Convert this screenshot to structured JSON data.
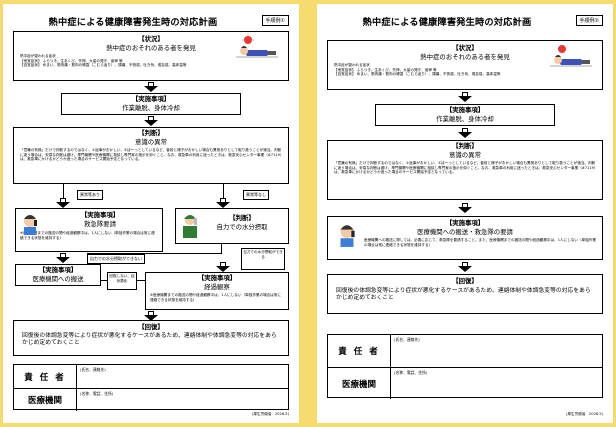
{
  "sheet1": {
    "title": "熱中症による健康障害発生時の対応計画",
    "tag": "手順例①",
    "situation": {
      "head": "【状況】",
      "main": "熱中症のおそれのある者を発見",
      "l1": "熱中症が疑われる症状",
      "l2": "【他覚症状】 ふらつき、生あくび、失神、大量の発汗、痙攣 等",
      "l3": "【自覚症状】 めまい、筋肉痛・筋肉の硬直（こむら返り）、頭痛、不快感、吐き気、倦怠感、高体温等"
    },
    "action1": {
      "head": "【実施事項】",
      "main": "作業離脱、身体冷却"
    },
    "judge": {
      "head": "【判断】",
      "main": "意識の異常",
      "body": "「意識の有無」だけで判断するのではなく、①返事がおかしい、②ぼーっとしているなど、普段と様子がおかしい場合も異常ありとして取り扱うことが適当。判断に迷う場合は、安易な判断は避け、専門機関や医療機関に相談し専門家の指示を仰ぐこと。なお、救急車の利用に迷ったときは、救急安心センター事業（#7119）は、救急車にかけるかどうか迷った場合のサービス開始予定となっている。"
    },
    "label_abnormal": "異常等あり",
    "label_normal": "異常等なし",
    "emergency": {
      "head": "【実施事項】",
      "main": "救急隊要請",
      "body": "※医療機関までの搬送の間や経過観察中は、1人にしない（単独作業の場合は常に連絡できる状態を維持する）"
    },
    "judge2": {
      "head": "【判断】",
      "main": "自力での水分摂取"
    },
    "label_no_water": "自力での水分摂取ができない",
    "label_can_water": "自力での水分摂取ができる",
    "transport": {
      "head": "【実施事項】",
      "main": "医療機関への搬送"
    },
    "note_no_recovery": "回復しない、症状悪化",
    "observe": {
      "head": "【実施事項】",
      "main": "経過観察",
      "body": "※医療機関までの搬送の間や経過観察中は、1人にしない（単独作業の場合は常に連絡できる状態を維持する）"
    },
    "recovery": {
      "head": "【回復】",
      "body": "回復後の体調急変等により症状が悪化するケースがあるため、連絡体制や体調急変等の対応をあらかじめ定めておくこと"
    },
    "responsible_label": "責 任 者",
    "responsible_hint": "(氏名、連絡先)",
    "medical_label": "医療機関",
    "medical_hint": "(名称、電話、住所)",
    "footer": "(厚生労働省　2026.5)"
  },
  "sheet2": {
    "title": "熱中症による健康障害発生時の対応計画",
    "tag": "手順例②",
    "situation": {
      "head": "【状況】",
      "main": "熱中症のおそれのある者を発見",
      "l1": "熱中症が疑われる症状",
      "l2": "【他覚症状】 ふらつき、生あくび、失神、大量の発汗、痙攣 等",
      "l3": "【自覚症状】 めまい、筋肉痛・筋肉の硬直（こむら返り）、頭痛、不快感、吐き気、倦怠感、高体温等"
    },
    "action1": {
      "head": "【実施事項】",
      "main": "作業離脱、身体冷却"
    },
    "judge": {
      "head": "【判断】",
      "main": "意識の異常",
      "body": "「意識の有無」だけで判断するのではなく、①返事がおかしい、②ぼーっとしているなど、普段と様子がおかしい場合も異常ありとして取り扱うことが適当。判断に迷う場合は、安易な判断は避け、専門機関や医療機関に相談し専門家の指示を仰ぐこと。なお、救急車の利用に迷ったときは、救急安心センター事業（#7119）は、救急車にかけるかどうか迷った場合のサービス開始予定となっている。"
    },
    "action2": {
      "head": "【実施事項】",
      "main": "医療機関への搬送・救急隊の要請",
      "body": "医療機関への搬送に際しては、必要に応じて、救急隊を要請すること。また、医療機関までの搬送の間や経過観察中は、1人にしない（単独作業の場合は常に連絡できる状態を維持する）"
    },
    "recovery": {
      "head": "【回復】",
      "body": "回復後の体調急変等により症状が悪化するケースがあるため、連絡体制や体調急変等の対応をあらかじめ定めておくこと"
    },
    "responsible_label": "責 任 者",
    "responsible_hint": "(氏名、連絡先)",
    "medical_label": "医療機関",
    "medical_hint": "(名称、電話、住所)",
    "footer": "(厚生労働省　2026.5)"
  }
}
